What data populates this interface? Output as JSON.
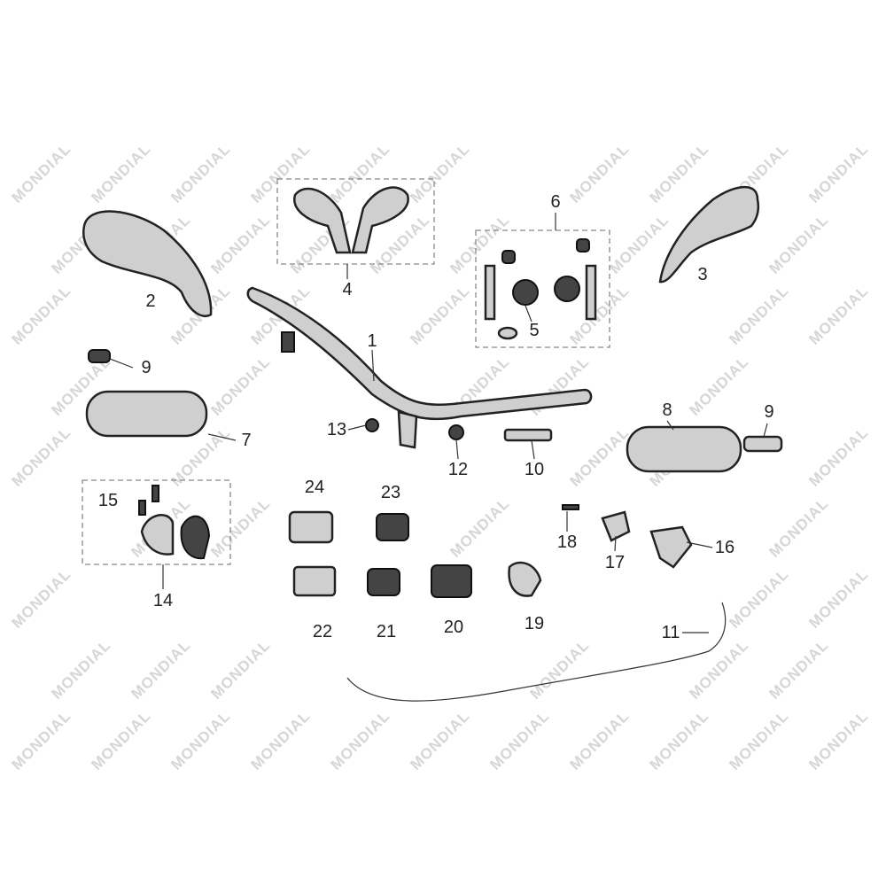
{
  "watermark": "MONDIAL",
  "labels": {
    "handlebar": "1",
    "mirror_left": "2",
    "mirror_right": "3",
    "mirror_set": "4",
    "mount_bushing": "5",
    "mount_kit": "6",
    "grip_left": "7",
    "grip_right": "8",
    "bar_end_left": "9",
    "bar_end_right": "9",
    "bolt": "10",
    "throttle_cable": "11",
    "nut": "12",
    "nut_small": "13",
    "clamp": "14",
    "screw": "15",
    "lever_bracket": "16",
    "lever_block": "17",
    "pin": "18",
    "switch_19": "19",
    "switch_20": "20",
    "switch_21": "21",
    "switch_22": "22",
    "switch_23": "23",
    "switch_24": "24"
  }
}
